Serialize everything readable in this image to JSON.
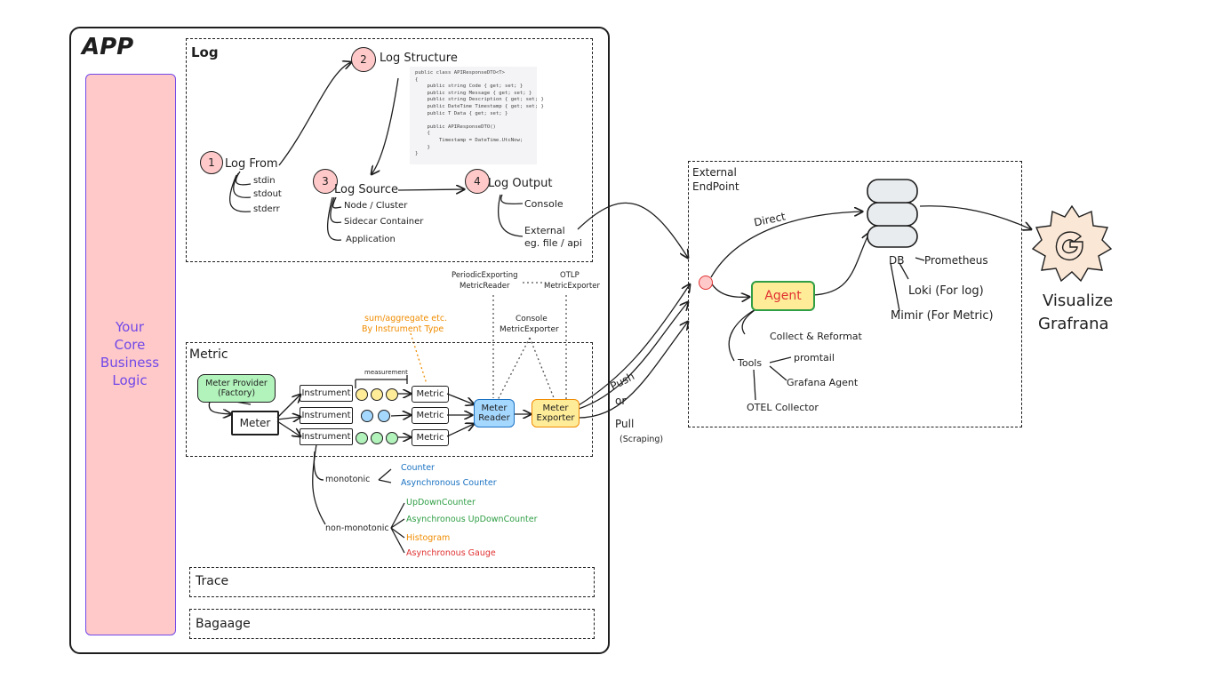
{
  "app": {
    "title": "APP",
    "core_logic": [
      "Your",
      "Core",
      "Business",
      "Logic"
    ]
  },
  "log": {
    "title": "Log",
    "step1": {
      "num": "1",
      "label": "Log From",
      "items": [
        "stdin",
        "stdout",
        "stderr"
      ]
    },
    "step2": {
      "num": "2",
      "label": "Log Structure"
    },
    "step3": {
      "num": "3",
      "label": "Log Source",
      "items": [
        "Node / Cluster",
        "Sidecar Container",
        "Application"
      ]
    },
    "step4": {
      "num": "4",
      "label": "Log Output",
      "items": [
        "Console",
        "External",
        "eg. file / api"
      ]
    },
    "code": "public class APIResponseDTO<T>\n{\n    public string Code { get; set; }\n    public string Message { get; set; }\n    public string Description { get; set; }\n    public DateTime Timestamp { get; set; }\n    public T Data { get; set; }\n\n    public APIResponseDTO()\n    {\n        Timestamp = DateTime.UtcNow;\n    }\n}"
  },
  "metric": {
    "title": "Metric",
    "meter_provider": "Meter Provider (Factory)",
    "meter": "Meter",
    "instrument": "Instrument",
    "metric": "Metric",
    "measurement": "measurement",
    "meter_reader": "Meter Reader",
    "meter_exporter": "Meter Exporter",
    "aggregate_note_1": "sum/aggregate etc.",
    "aggregate_note_2": "By Instrument Type",
    "periodic_1": "PeriodicExporting",
    "periodic_2": "MetricReader",
    "otlp_1": "OTLP",
    "otlp_2": "MetricExporter",
    "console_1": "Console",
    "console_2": "MetricExporter",
    "monotonic": "monotonic",
    "non_monotonic": "non-monotonic",
    "counter": "Counter",
    "async_counter": "Asynchronous Counter",
    "updown": "UpDownCounter",
    "async_updown": "Asynchronous UpDownCounter",
    "histogram": "Histogram",
    "async_gauge": "Asynchronous Gauge"
  },
  "trace": {
    "title": "Trace"
  },
  "baggage": {
    "title": "Bagaage"
  },
  "push_pull": {
    "push": "Push",
    "or": "or",
    "pull": "Pull",
    "scraping": "(Scraping)"
  },
  "external": {
    "title_1": "External",
    "title_2": "EndPoint",
    "direct": "Direct",
    "agent": "Agent",
    "collect": "Collect & Reformat",
    "tools": "Tools",
    "promtail": "promtail",
    "grafana_agent": "Grafana Agent",
    "otel": "OTEL Collector",
    "db": "DB",
    "prometheus": "Prometheus",
    "loki": "Loki (For log)",
    "mimir": "Mimir (For Metric)"
  },
  "visualize": {
    "line1": "Visualize",
    "line2": "Grafrana"
  },
  "colors": {
    "pink": "#ffc9c9",
    "core_text": "#7048e8",
    "green_box": "#b2f2bb",
    "blue_box": "#a5d8ff",
    "yellow_box": "#ffec99",
    "orange": "#f08c00",
    "blue_text": "#1971c2",
    "green_text": "#2f9e44",
    "red_text": "#e03131"
  }
}
